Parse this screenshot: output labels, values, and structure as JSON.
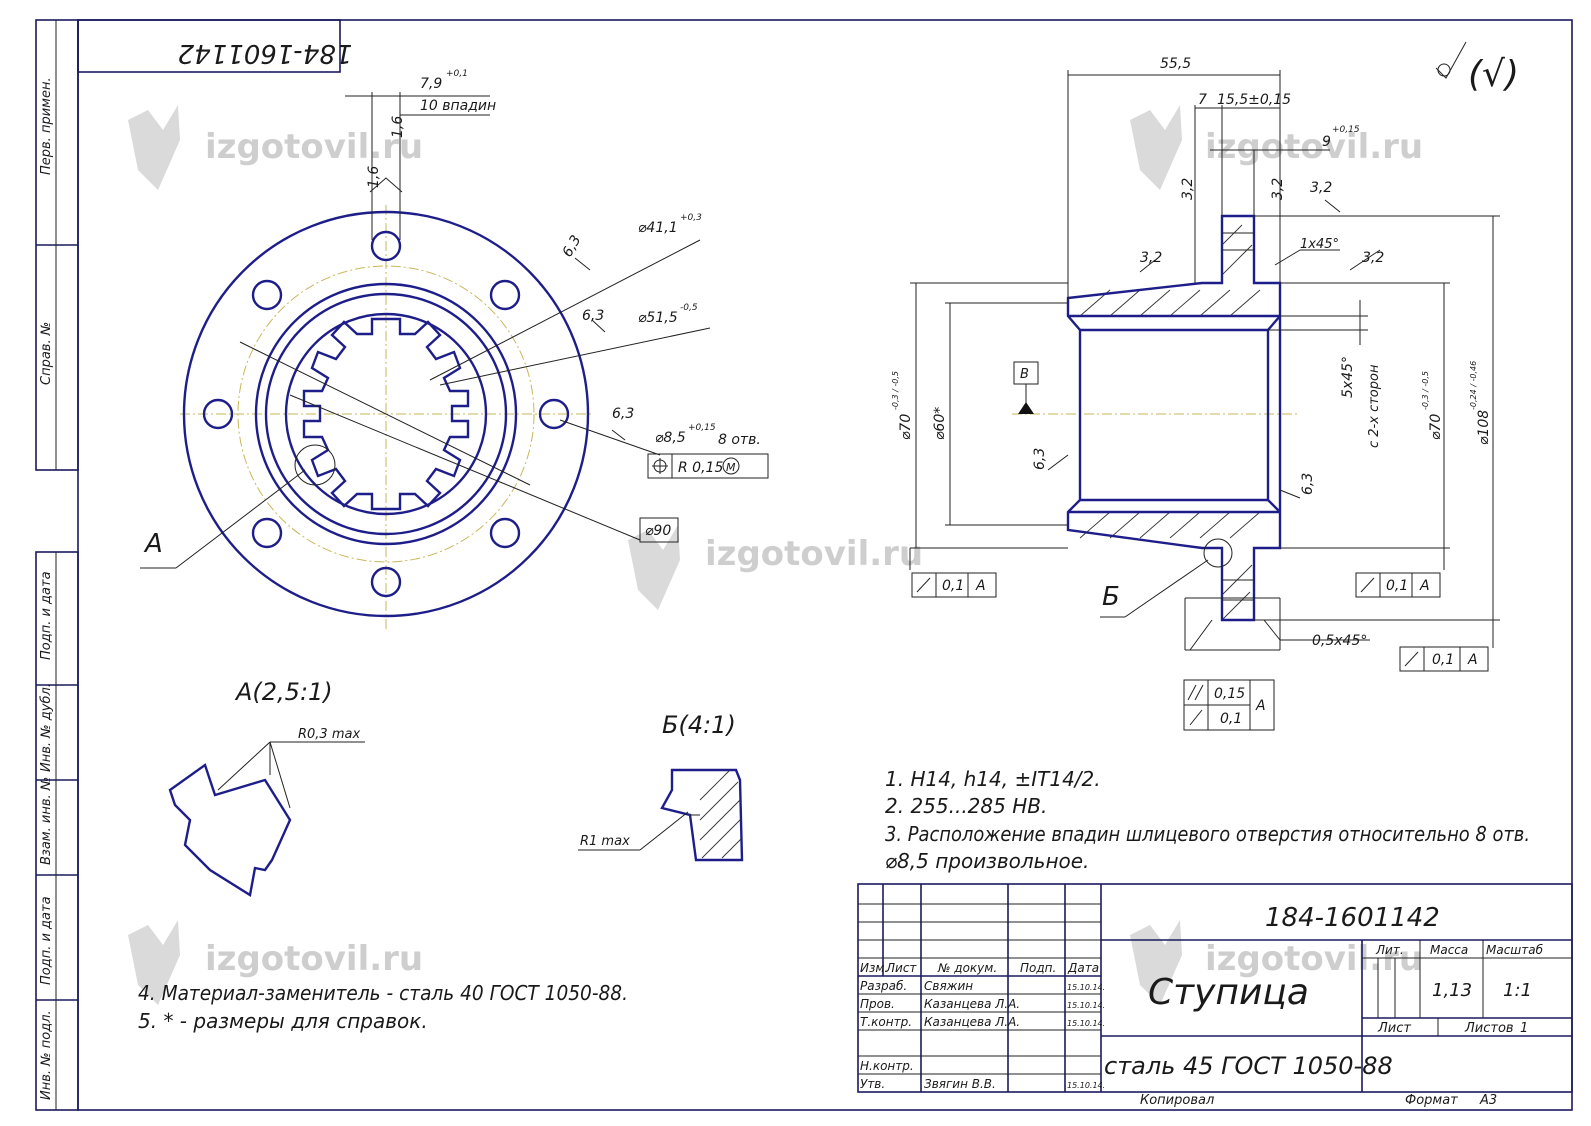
{
  "drawing": {
    "code": "184-1601142",
    "code_rotated": "184-1601142",
    "title": "Ступица",
    "material": "сталь 45 ГОСТ 1050-88",
    "copied_label": "Копировал",
    "format_label": "Формат",
    "format_value": "A3",
    "roughness_mark": "(√)"
  },
  "side_strip": {
    "perv_primen": "Перв. примен.",
    "sprav_no": "Справ. №",
    "podp_data_1": "Подп. и дата",
    "inv_dubl": "Инв. № дубл.",
    "vzam_inv": "Взам. инв. №",
    "podp_data_2": "Подп. и дата",
    "inv_podl": "Инв. № подл."
  },
  "front_view": {
    "dim_7_9": "7,9",
    "tol_7_9": "+0,1",
    "note_10": "10 впадин",
    "r_16a": "1,6",
    "r_16b": "1,6",
    "dia_41": "⌀41,1",
    "tol_41": "+0,3",
    "r_63a": "6,3",
    "r_63b": "6,3",
    "dia_51": "⌀51,5",
    "tol_51": "-0,5",
    "r_63c": "6,3",
    "dia_85": "⌀8,5",
    "tol_85": "+0,15",
    "holes_8": "8 отв.",
    "pos_tol_value": "R 0,15",
    "pos_tol_m": "M",
    "dia_90": "⌀90",
    "label_a": "A"
  },
  "section_view": {
    "dim_55_5": "55,5",
    "dim_7": "7",
    "dim_15_5": "15,5±0,15",
    "dim_9": "9",
    "tol_9": "+0,15",
    "r_32a": "3,2",
    "r_32b": "3,2",
    "r_32c": "3,2",
    "r_32d": "3,2",
    "r_32e": "3,2",
    "chamfer_1": "1x45°",
    "chamfer_5": "5x45°",
    "chamfer_5_note": "с 2-х сторон",
    "datum_b": "B",
    "dia_70_left": "⌀70",
    "tol_70_left": "-0,3 / -0,5",
    "dia_60": "⌀60*",
    "r_63a": "6,3",
    "r_63b": "6,3",
    "dia_70_right": "⌀70",
    "tol_70_right": "-0,3 / -0,5",
    "dia_108": "⌀108",
    "tol_108": "-0,24 / -0,46",
    "runout_left_value": "0,1",
    "runout_left_datum": "A",
    "runout_right_value": "0,1",
    "runout_right_datum": "A",
    "runout_bottom_value": "0,1",
    "runout_bottom_datum": "A",
    "label_b": "Б",
    "chamfer_05": "0,5x45°",
    "parallel_value": "0,15",
    "runout_small_value": "0,1",
    "datum_a": "A"
  },
  "details": {
    "detail_a_title": "A(2,5:1)",
    "detail_a_radius": "R0,3 max",
    "detail_b_title": "Б(4:1)",
    "detail_b_radius": "R1 max"
  },
  "notes": {
    "n1": "1. H14, h14, ±IT14/2.",
    "n2": "2. 255...285 HB.",
    "n3a": "3. Расположение впадин шлицевого отверстия относительно 8 отв.",
    "n3b": "⌀8,5 произвольное.",
    "n4": "4. Материал-заменитель - сталь 40 ГОСТ 1050-88.",
    "n5": "5. * - размеры для справок."
  },
  "title_block": {
    "col_izm": "Изм.",
    "col_list": "Лист",
    "col_doc": "№ докум.",
    "col_podp": "Подп.",
    "col_data": "Дата",
    "roles": [
      {
        "role": "Разраб.",
        "name": "Свяжин",
        "date": "15.10.14."
      },
      {
        "role": "Пров.",
        "name": "Казанцева Л.А.",
        "date": "15.10.14."
      },
      {
        "role": "Т.контр.",
        "name": "Казанцева Л.А.",
        "date": "15.10.14."
      },
      {
        "role": "Н.контр.",
        "name": "",
        "date": ""
      },
      {
        "role": "Утв.",
        "name": "Звягин В.В.",
        "date": "15.10.14."
      }
    ],
    "lit_label": "Лит.",
    "mass_label": "Масса",
    "scale_label": "Масштаб",
    "mass_value": "1,13",
    "scale_value": "1:1",
    "sheet_label": "Лист",
    "sheets_label": "Листов",
    "sheets_value": "1"
  },
  "watermark": {
    "text": "izgotovil.ru"
  }
}
